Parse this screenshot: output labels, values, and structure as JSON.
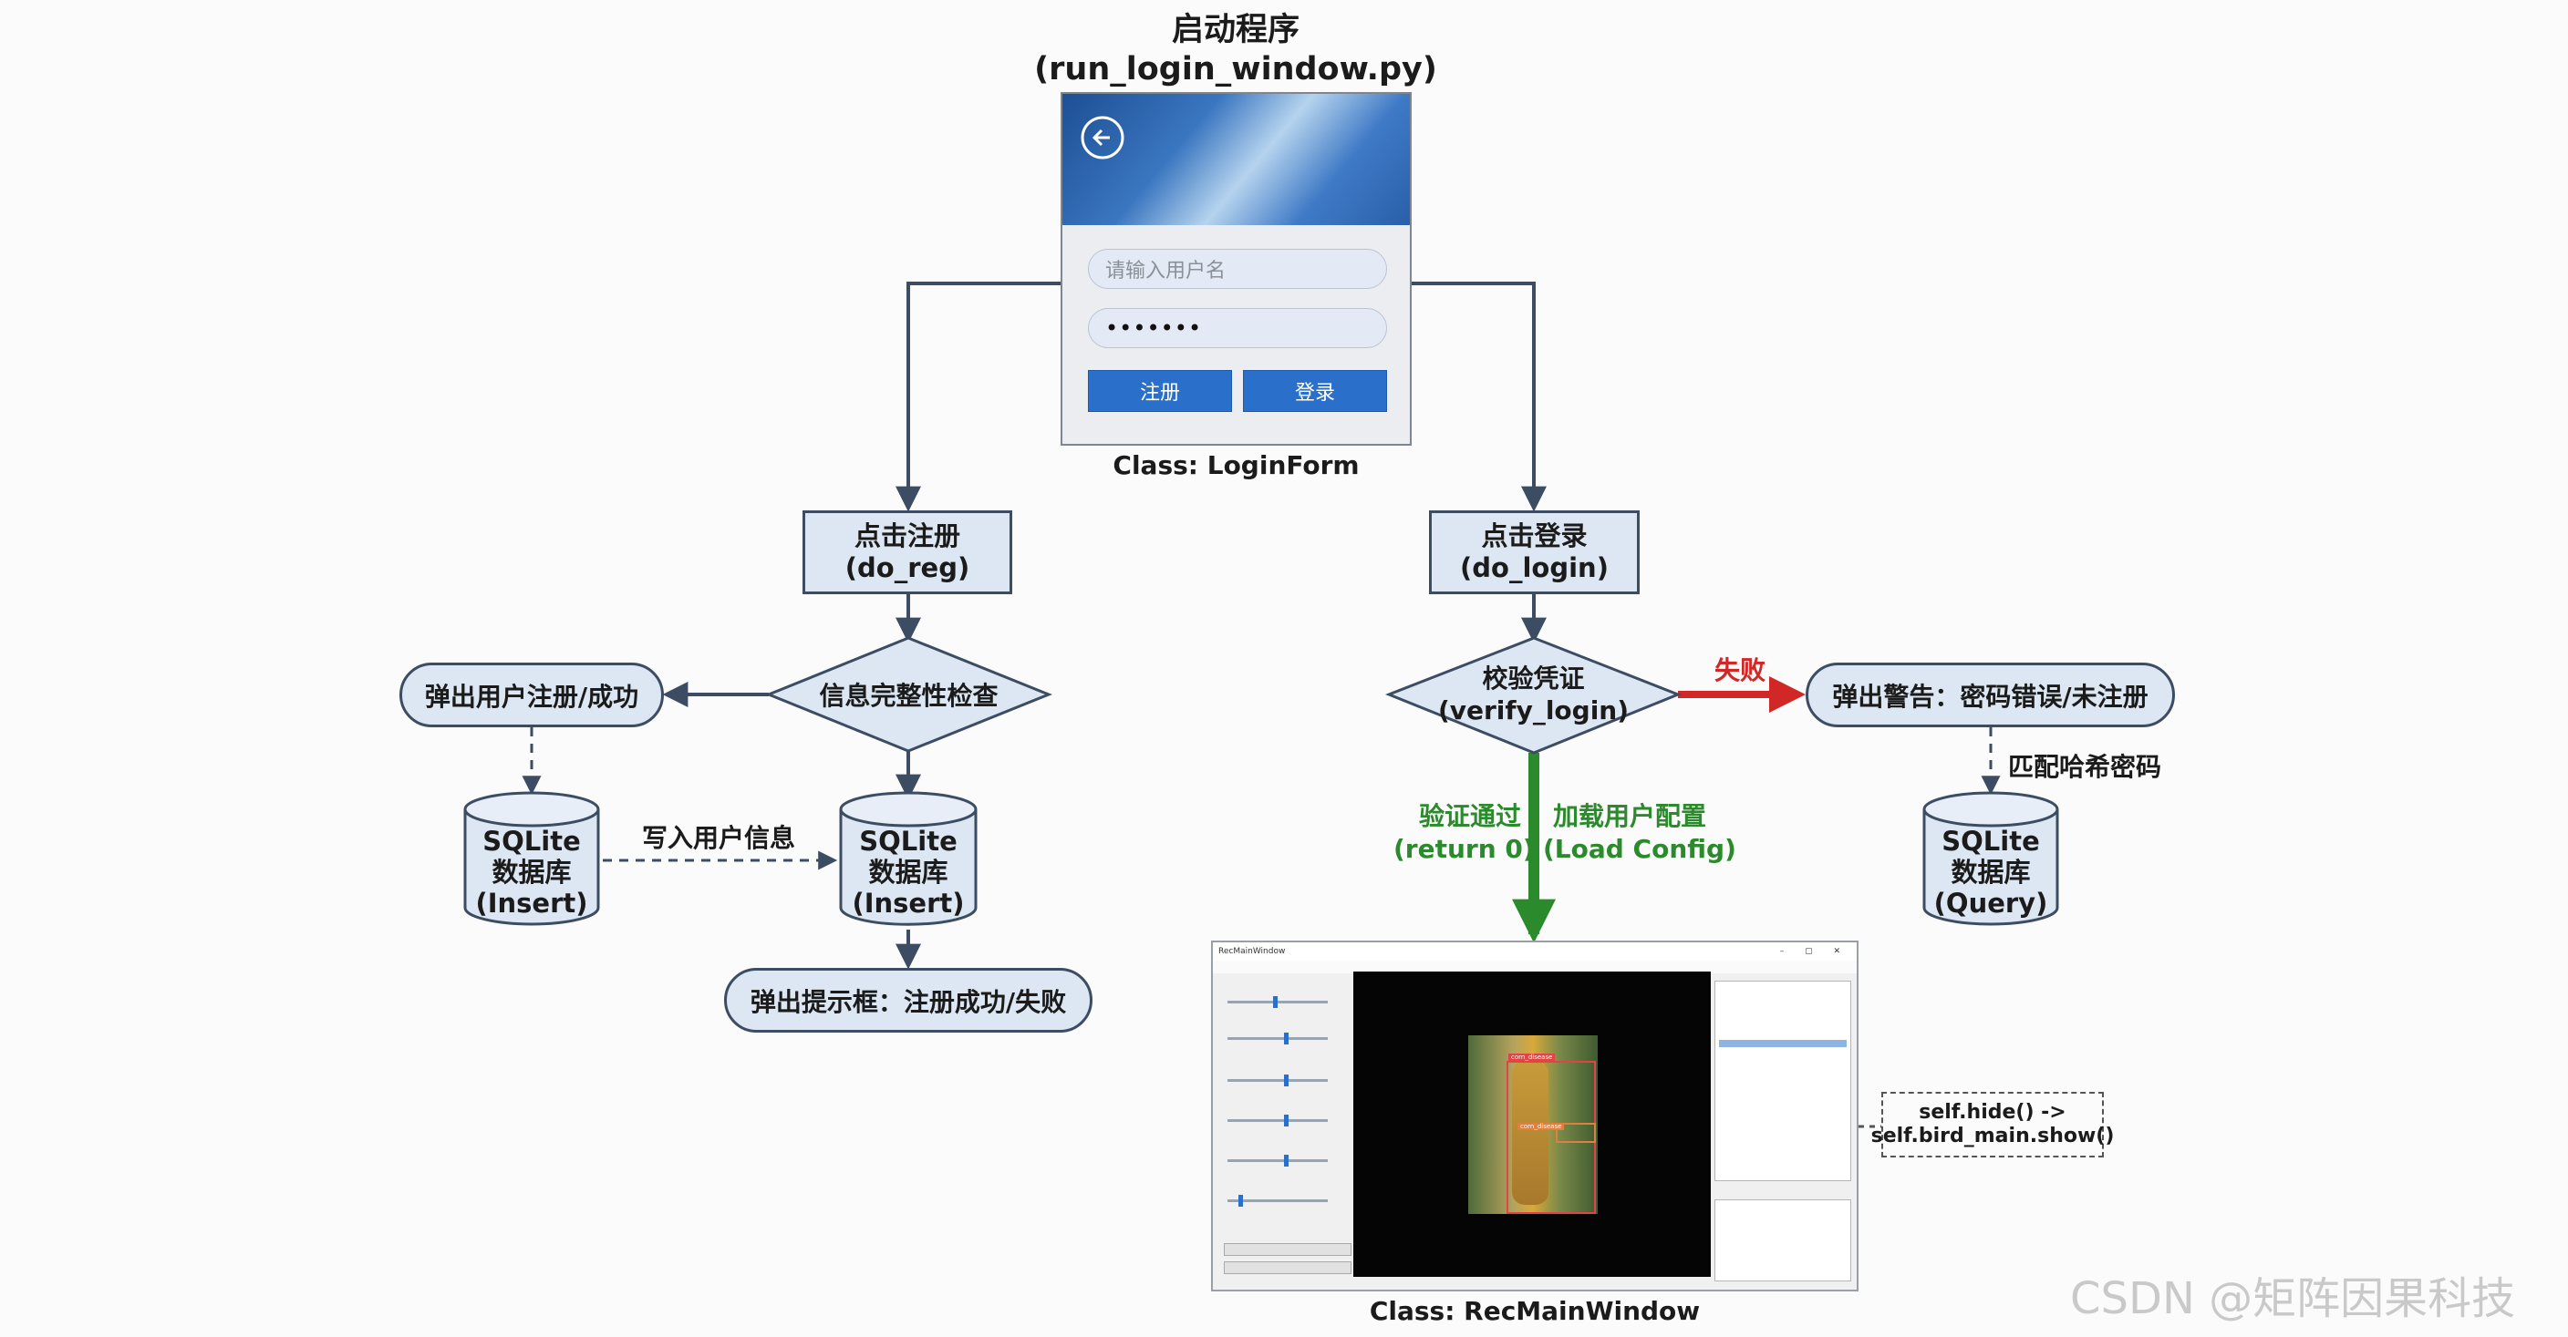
{
  "start": {
    "title_line1": "启动程序",
    "title_line2": "(run_login_window.py)"
  },
  "login_window": {
    "username_placeholder": "请输入用户名",
    "password_value": "•••••••",
    "register_button": "注册",
    "login_button": "登录",
    "caption": "Class: LoginForm"
  },
  "nodes": {
    "do_reg": {
      "line1": "点击注册",
      "line2": "(do_reg)"
    },
    "do_login": {
      "line1": "点击登录",
      "line2": "(do_login)"
    },
    "integrity_check": "信息完整性检查",
    "verify_login": {
      "line1": "校验凭证",
      "line2": "(verify_login)"
    },
    "popup_register": "弹出用户注册/成功",
    "popup_alert": "弹出警告：密码错误/未注册",
    "popup_result": "弹出提示框：注册成功/失败",
    "db_left": {
      "line1": "SQLite",
      "line2": "数据库",
      "line3": "(Insert)"
    },
    "db_mid": {
      "line1": "SQLite",
      "line2": "数据库",
      "line3": "(Insert)"
    },
    "db_right": {
      "line1": "SQLite",
      "line2": "数据库",
      "line3": "(Query)"
    }
  },
  "edge_labels": {
    "write_user_info": "写入用户信息",
    "fail": "失败",
    "match_hash": "匹配哈希密码",
    "verify_pass_line1": "验证通过",
    "verify_pass_line2": "(return 0)",
    "load_config_line1": "加载用户配置",
    "load_config_line2": "(Load Config)"
  },
  "main_window": {
    "caption": "Class: RecMainWindow",
    "window_title": "RecMainWindow",
    "detection_labels": [
      "corn_disease",
      "corn_disease"
    ]
  },
  "note": {
    "line1": "self.hide() ->",
    "line2": "self.bird_main.show()"
  },
  "watermark": "CSDN @矩阵因果科技",
  "colors": {
    "node_fill": "#dde7f3",
    "node_border": "#3c4d63",
    "success": "#2b8a2b",
    "failure": "#d12727"
  }
}
